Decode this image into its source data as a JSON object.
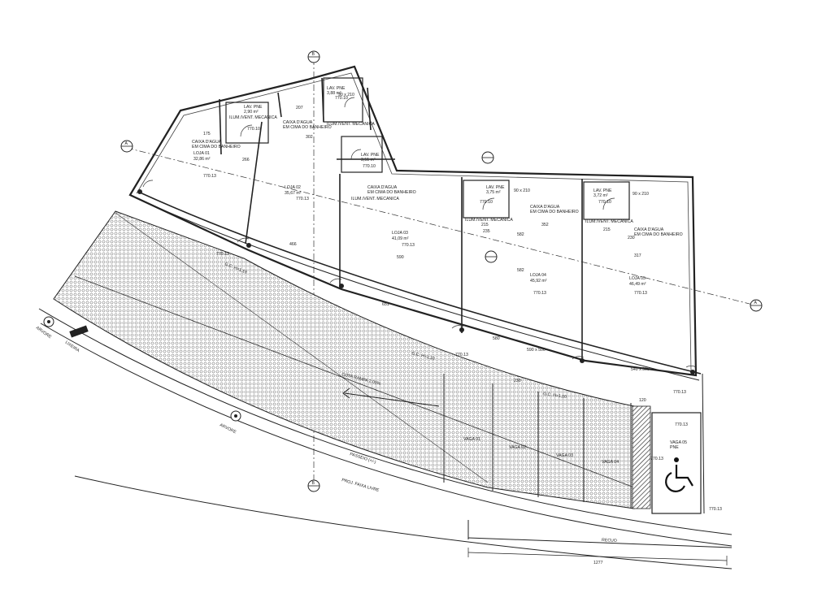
{
  "stores": [
    {
      "name": "LOJA 01",
      "area": "32,86 m²",
      "level": "770.13"
    },
    {
      "name": "LOJA 02",
      "area": "35,67 m²",
      "level": "770.13"
    },
    {
      "name": "LOJA 03",
      "area": "41,09 m²",
      "level": "770.13"
    },
    {
      "name": "LOJA 04",
      "area": "45,92 m²",
      "level": "770.13"
    },
    {
      "name": "LOJA 05",
      "area": "46,49 m²",
      "level": "770.13"
    }
  ],
  "restrooms": [
    {
      "label": "LAV. PNE",
      "area": "2,90 m²",
      "level": "770.10"
    },
    {
      "label": "LAV. PNE",
      "area": "3,88 m²",
      "level": "770.10"
    },
    {
      "label": "LAV. PNE",
      "area": "3,51 m²",
      "level": "770.10"
    },
    {
      "label": "LAV. PNE",
      "area": "3,75 m²",
      "level": "770.10"
    },
    {
      "label": "LAV. PNE",
      "area": "3,72 m²",
      "level": "770.10"
    }
  ],
  "labels": {
    "caixa_line1": "CAIXA D'AGUA",
    "caixa_line2": "EM CIMA DO BANHEIRO",
    "ilum_vent": "ILUM./VENT. MECANICA",
    "gc": "G.C. H=1,10",
    "cota_rampa": "COTA RAMPA 2,00%",
    "arvore": "ARVORE",
    "lixeira": "LIXEIRA",
    "passeio": "PASSEIO (+/-)",
    "proj_faixa": "PROJ. FAIXA LIVRE",
    "recuo": "RECUO",
    "vaga1": "VAGA 01",
    "vaga2": "VAGA 02",
    "vaga3": "VAGA 03",
    "vaga4": "VAGA 04",
    "vaga5_line1": "VAGA 05",
    "vaga5_line2": "PNE",
    "level": "770.13"
  },
  "section_markers": {
    "a": "A",
    "b": "B"
  },
  "dims": {
    "d175": "175",
    "d266": "266",
    "d207": "207",
    "d302": "302",
    "d355": "355",
    "d466": "466",
    "d590": "590",
    "d582": "582",
    "d352": "352",
    "d235": "235",
    "d215": "215",
    "d230": "230",
    "d317": "317",
    "d651": "651",
    "d580": "580",
    "d540": "540 x 500",
    "d1277": "1277",
    "d120": "120",
    "d90": "90 x 210",
    "d450": "590 x 500"
  },
  "colors": {
    "line": "#222222",
    "hatch": "#555555",
    "paper": "#ffffff"
  }
}
